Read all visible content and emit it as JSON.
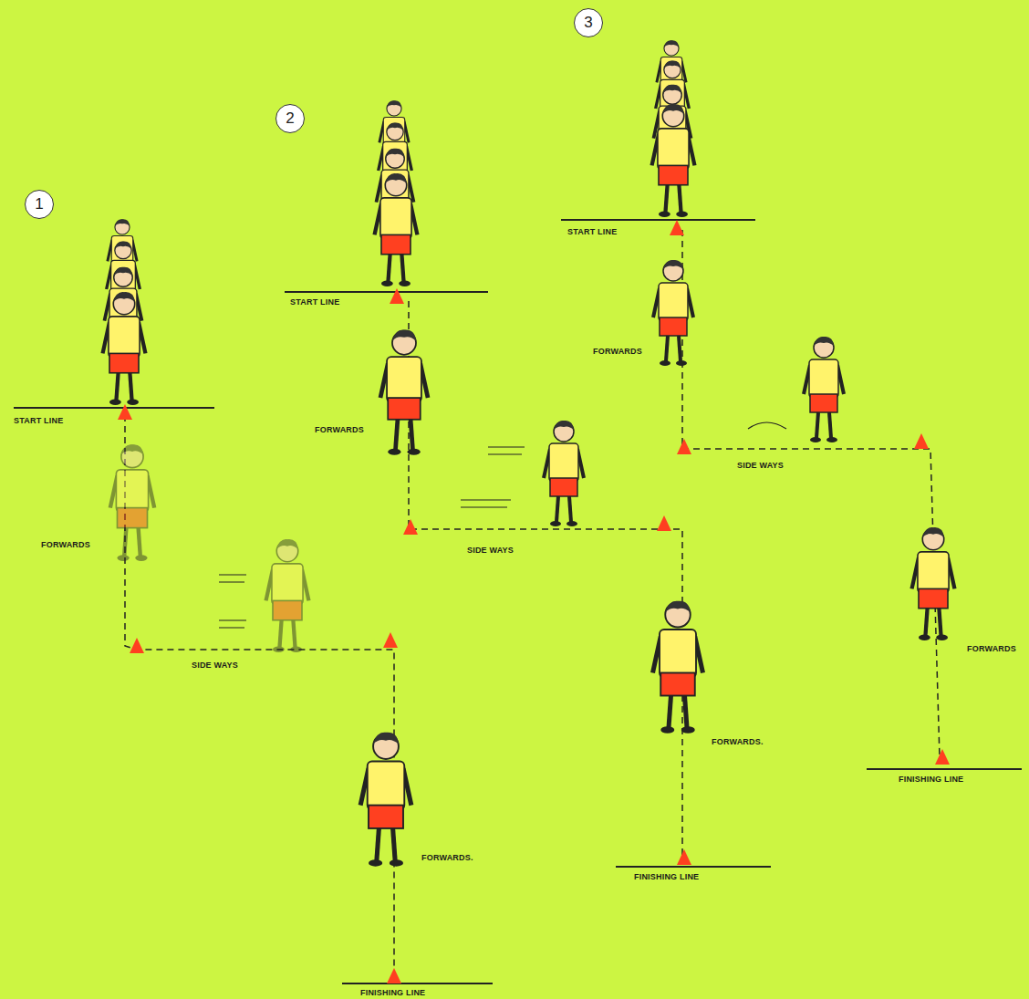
{
  "diagram": {
    "nodes": [
      {
        "text": [
          "1"
        ]
      },
      {
        "text": [
          "2"
        ]
      },
      {
        "text": [
          "3"
        ]
      }
    ],
    "labels": [
      "START LINE",
      "FORWARDS",
      "SIDE WAYS",
      "FORWARDS.",
      "FINISHING LINE",
      "START LINE",
      "FORWARDS",
      "SIDE WAYS",
      "FORWARDS.",
      "FINISHING LINE",
      "START LINE",
      "FORWARDS",
      "SIDE WAYS",
      "FORWARDS",
      "FINISHING LINE"
    ]
  }
}
